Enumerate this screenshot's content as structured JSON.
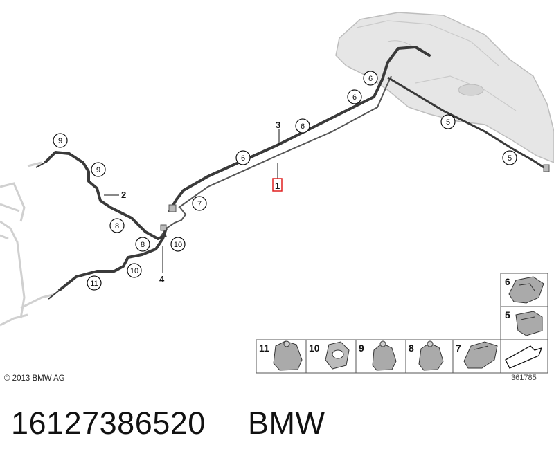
{
  "labels": {
    "item_1": "1",
    "item_2": "2",
    "item_3": "3",
    "item_4": "4",
    "callout_5": "5",
    "callout_6": "6",
    "callout_7": "7",
    "callout_8": "8",
    "callout_9": "9",
    "callout_10": "10",
    "callout_11": "11"
  },
  "legend": {
    "row_bottom": [
      "11",
      "10",
      "9",
      "8",
      "7"
    ],
    "column_right": [
      "6",
      "5"
    ]
  },
  "copyright": "© 2013 BMW AG",
  "drawing_number": "361785",
  "caption": {
    "part_number": "16127386520",
    "brand": "BMW"
  },
  "colors": {
    "pipe": "#3a3a3a",
    "tank": "#d8d8d8",
    "highlight_box": "#e02020"
  }
}
